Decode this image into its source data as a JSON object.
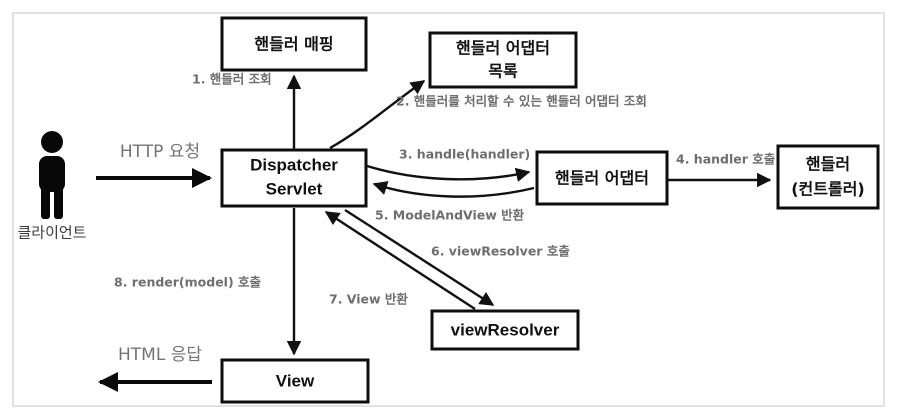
{
  "diagram": {
    "title": "Spring MVC Dispatcher Servlet flow",
    "frame_color": "#e2e2e2",
    "node_stroke": "#0d0d0d",
    "label_color": "#6e6e6e",
    "io_label_color": "#747474"
  },
  "actor": {
    "name": "클라이언트",
    "icon": "person-icon"
  },
  "io": {
    "request": "HTTP 요청",
    "response": "HTML 응답"
  },
  "nodes": {
    "handler_mapping": {
      "line1": "핸들러 매핑"
    },
    "handler_adapter_list": {
      "line1": "핸들러 어댑터",
      "line2": "목록"
    },
    "dispatcher_servlet": {
      "line1": "Dispatcher",
      "line2": "Servlet"
    },
    "handler_adapter": {
      "line1": "핸들러 어댑터"
    },
    "handler_controller": {
      "line1": "핸들러",
      "line2": "(컨트롤러)"
    },
    "view_resolver": {
      "line1": "viewResolver"
    },
    "view": {
      "line1": "View"
    }
  },
  "steps": [
    {
      "id": "step-1",
      "label": "1. 핸들러 조회"
    },
    {
      "id": "step-2",
      "label": "2. 핸들러를 처리할 수 있는 핸들러 어댑터 조회"
    },
    {
      "id": "step-3",
      "label": "3. handle(handler)"
    },
    {
      "id": "step-4",
      "label": "4. handler 호출"
    },
    {
      "id": "step-5",
      "label": "5. ModelAndView 반환"
    },
    {
      "id": "step-6",
      "label": "6. viewResolver 호출"
    },
    {
      "id": "step-7",
      "label": "7. View 반환"
    },
    {
      "id": "step-8",
      "label": "8. render(model) 호출"
    }
  ]
}
